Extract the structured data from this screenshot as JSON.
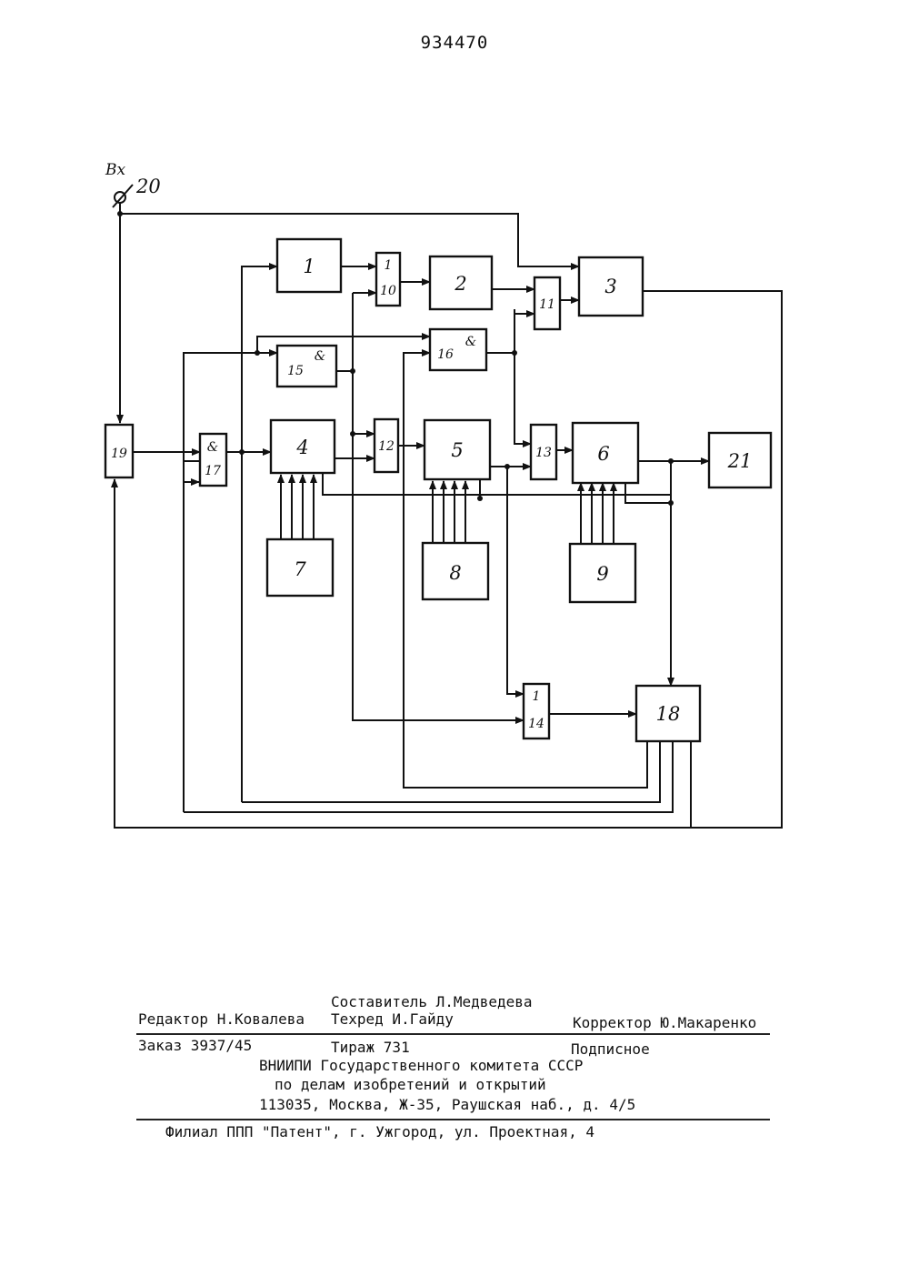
{
  "page_number": "934470",
  "diagram": {
    "input_label": "Вх",
    "input_number": "20",
    "blocks": {
      "b1": "1",
      "b2": "2",
      "b3": "3",
      "b4": "4",
      "b5": "5",
      "b6": "6",
      "b7": "7",
      "b8": "8",
      "b9": "9",
      "b10": "10",
      "b11": "11",
      "b12": "12",
      "b13": "13",
      "b14": "14",
      "b15": "15",
      "b16": "16",
      "b17": "17",
      "b18": "18",
      "b19": "19",
      "b21": "21"
    },
    "and_sign": "&",
    "or_sign": "1"
  },
  "footer": {
    "compiler": "Составитель Л.Медведева",
    "editor": "Редактор Н.Ковалева",
    "techred": "Техред И.Гайду",
    "corrector": "Корректор Ю.Макаренко",
    "order": "Заказ 3937/45",
    "print_run": "Тираж 731",
    "subscription": "Подписное",
    "org_line1": "ВНИИПИ Государственного комитета СССР",
    "org_line2": "по делам изобретений и открытий",
    "org_line3": "113035, Москва, Ж-35, Раушская наб., д. 4/5",
    "branch": "Филиал ППП \"Патент\", г. Ужгород, ул. Проектная, 4"
  }
}
